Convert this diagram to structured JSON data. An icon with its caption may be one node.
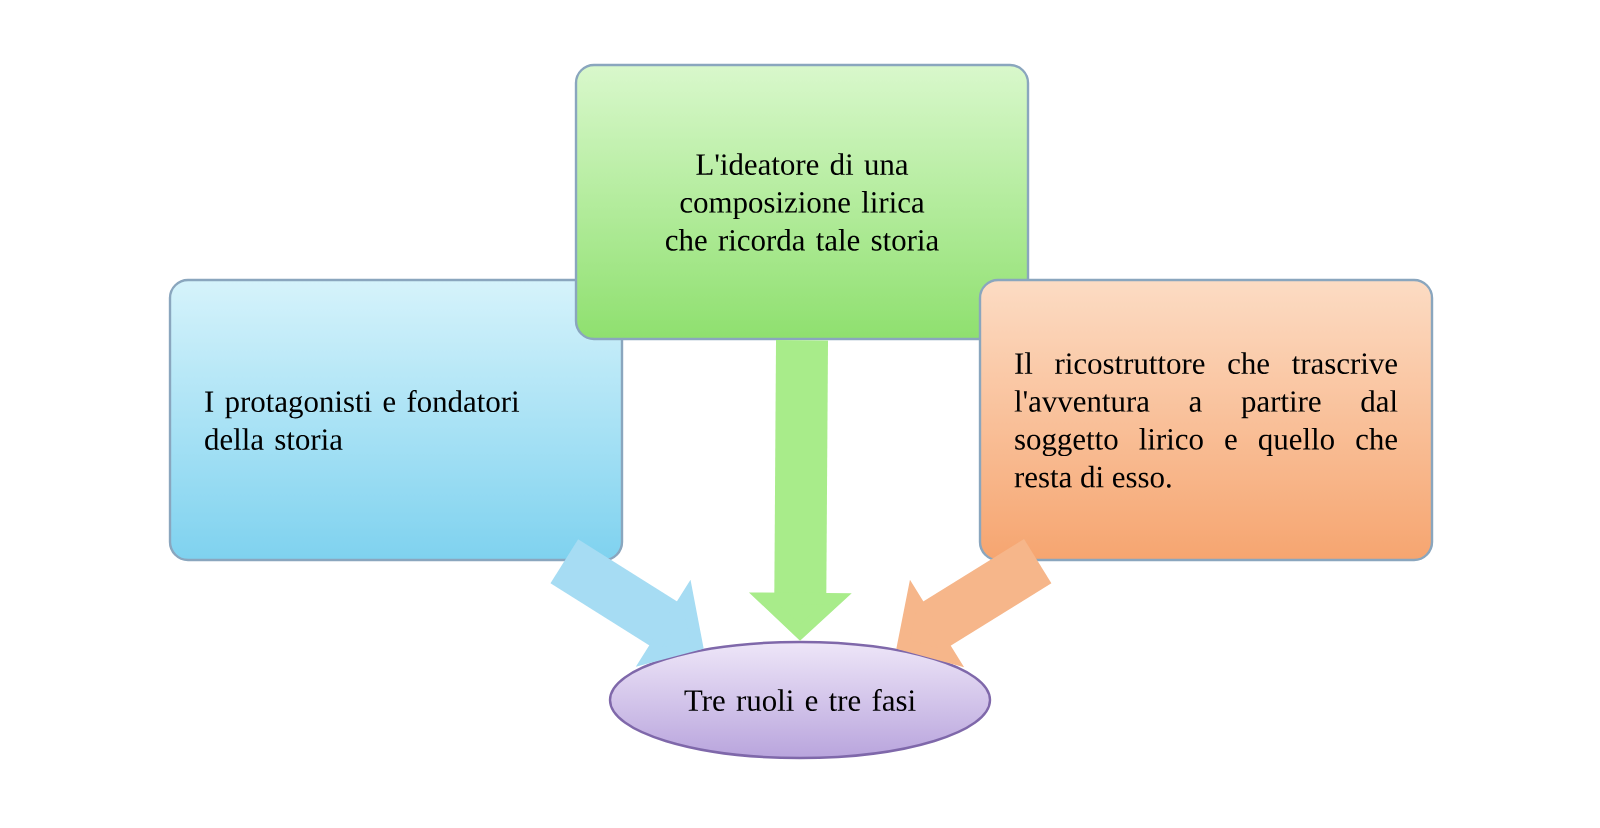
{
  "diagram": {
    "nodes": [
      {
        "text": [
          "I protagonisti e fondatori della storia"
        ]
      },
      {
        "text": [
          "L'ideatore di una composizione lirica che ricorda tale storia"
        ]
      },
      {
        "text": [
          "Il ricostruttore che trascrive l'avventura a partire dal soggetto lirico e quello che resta di esso."
        ]
      },
      {
        "text": [
          "Tre ruoli e tre fasi"
        ]
      }
    ],
    "edges": [
      {
        "from": 0,
        "to": 3,
        "arrow": "to",
        "color": "#a6dcf3"
      },
      {
        "from": 1,
        "to": 3,
        "arrow": "to",
        "color": "#a8ec8a"
      },
      {
        "from": 2,
        "to": 3,
        "arrow": "to",
        "color": "#f6b68a"
      }
    ]
  }
}
